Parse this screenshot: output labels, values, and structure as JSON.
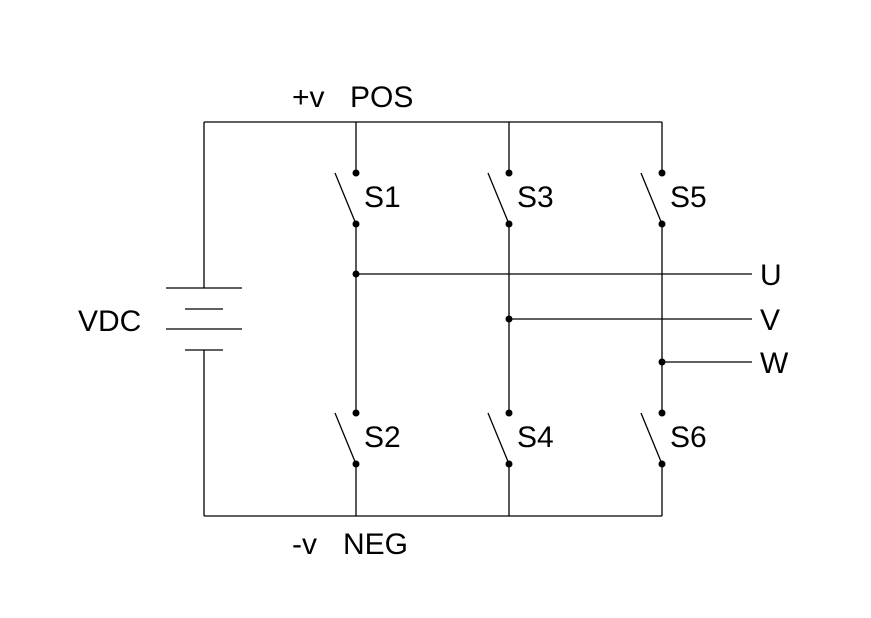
{
  "rails": {
    "positive": {
      "polarity": "+v",
      "name": "POS"
    },
    "negative": {
      "polarity": "-v",
      "name": "NEG"
    }
  },
  "source": {
    "label": "VDC"
  },
  "switches": [
    "S1",
    "S2",
    "S3",
    "S4",
    "S5",
    "S6"
  ],
  "outputs": [
    "U",
    "V",
    "W"
  ]
}
